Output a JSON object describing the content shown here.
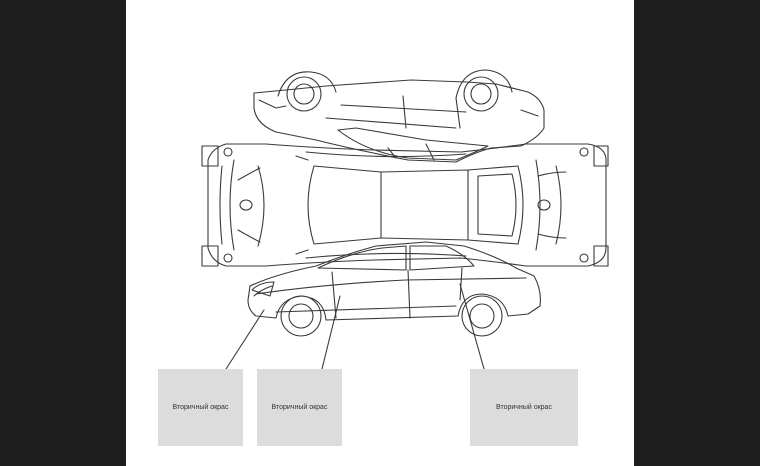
{
  "colors": {
    "background": "#1e1e1e",
    "canvas": "#ffffff",
    "line": "#3a3a3a",
    "box": "#dcdcdc"
  },
  "labels": [
    {
      "id": "front-left",
      "text": "Вторичный окрас"
    },
    {
      "id": "front-door",
      "text": "Вторичный окрас"
    },
    {
      "id": "rear-door",
      "text": "Вторичный окрас"
    }
  ]
}
